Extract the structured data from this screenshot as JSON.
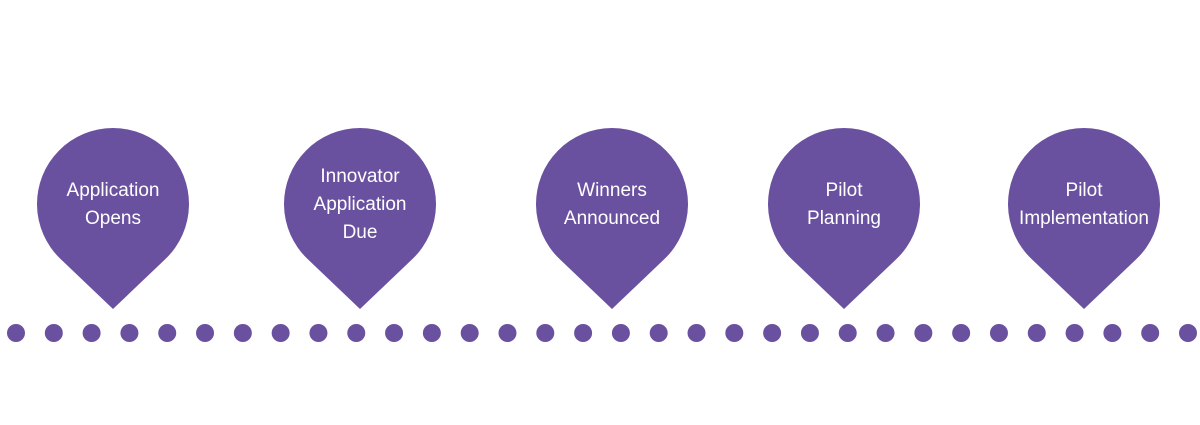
{
  "colors": {
    "accent": "#6a51a0",
    "background": "#ffffff",
    "label_text": "#ffffff"
  },
  "milestones": [
    {
      "lines": [
        "Application",
        "Opens"
      ]
    },
    {
      "lines": [
        "Innovator",
        "Application",
        "Due"
      ]
    },
    {
      "lines": [
        "Winners",
        "Announced"
      ]
    },
    {
      "lines": [
        "Pilot",
        "Planning"
      ]
    },
    {
      "lines": [
        "Pilot",
        "Implementation"
      ]
    }
  ],
  "dots": {
    "count": 32
  }
}
